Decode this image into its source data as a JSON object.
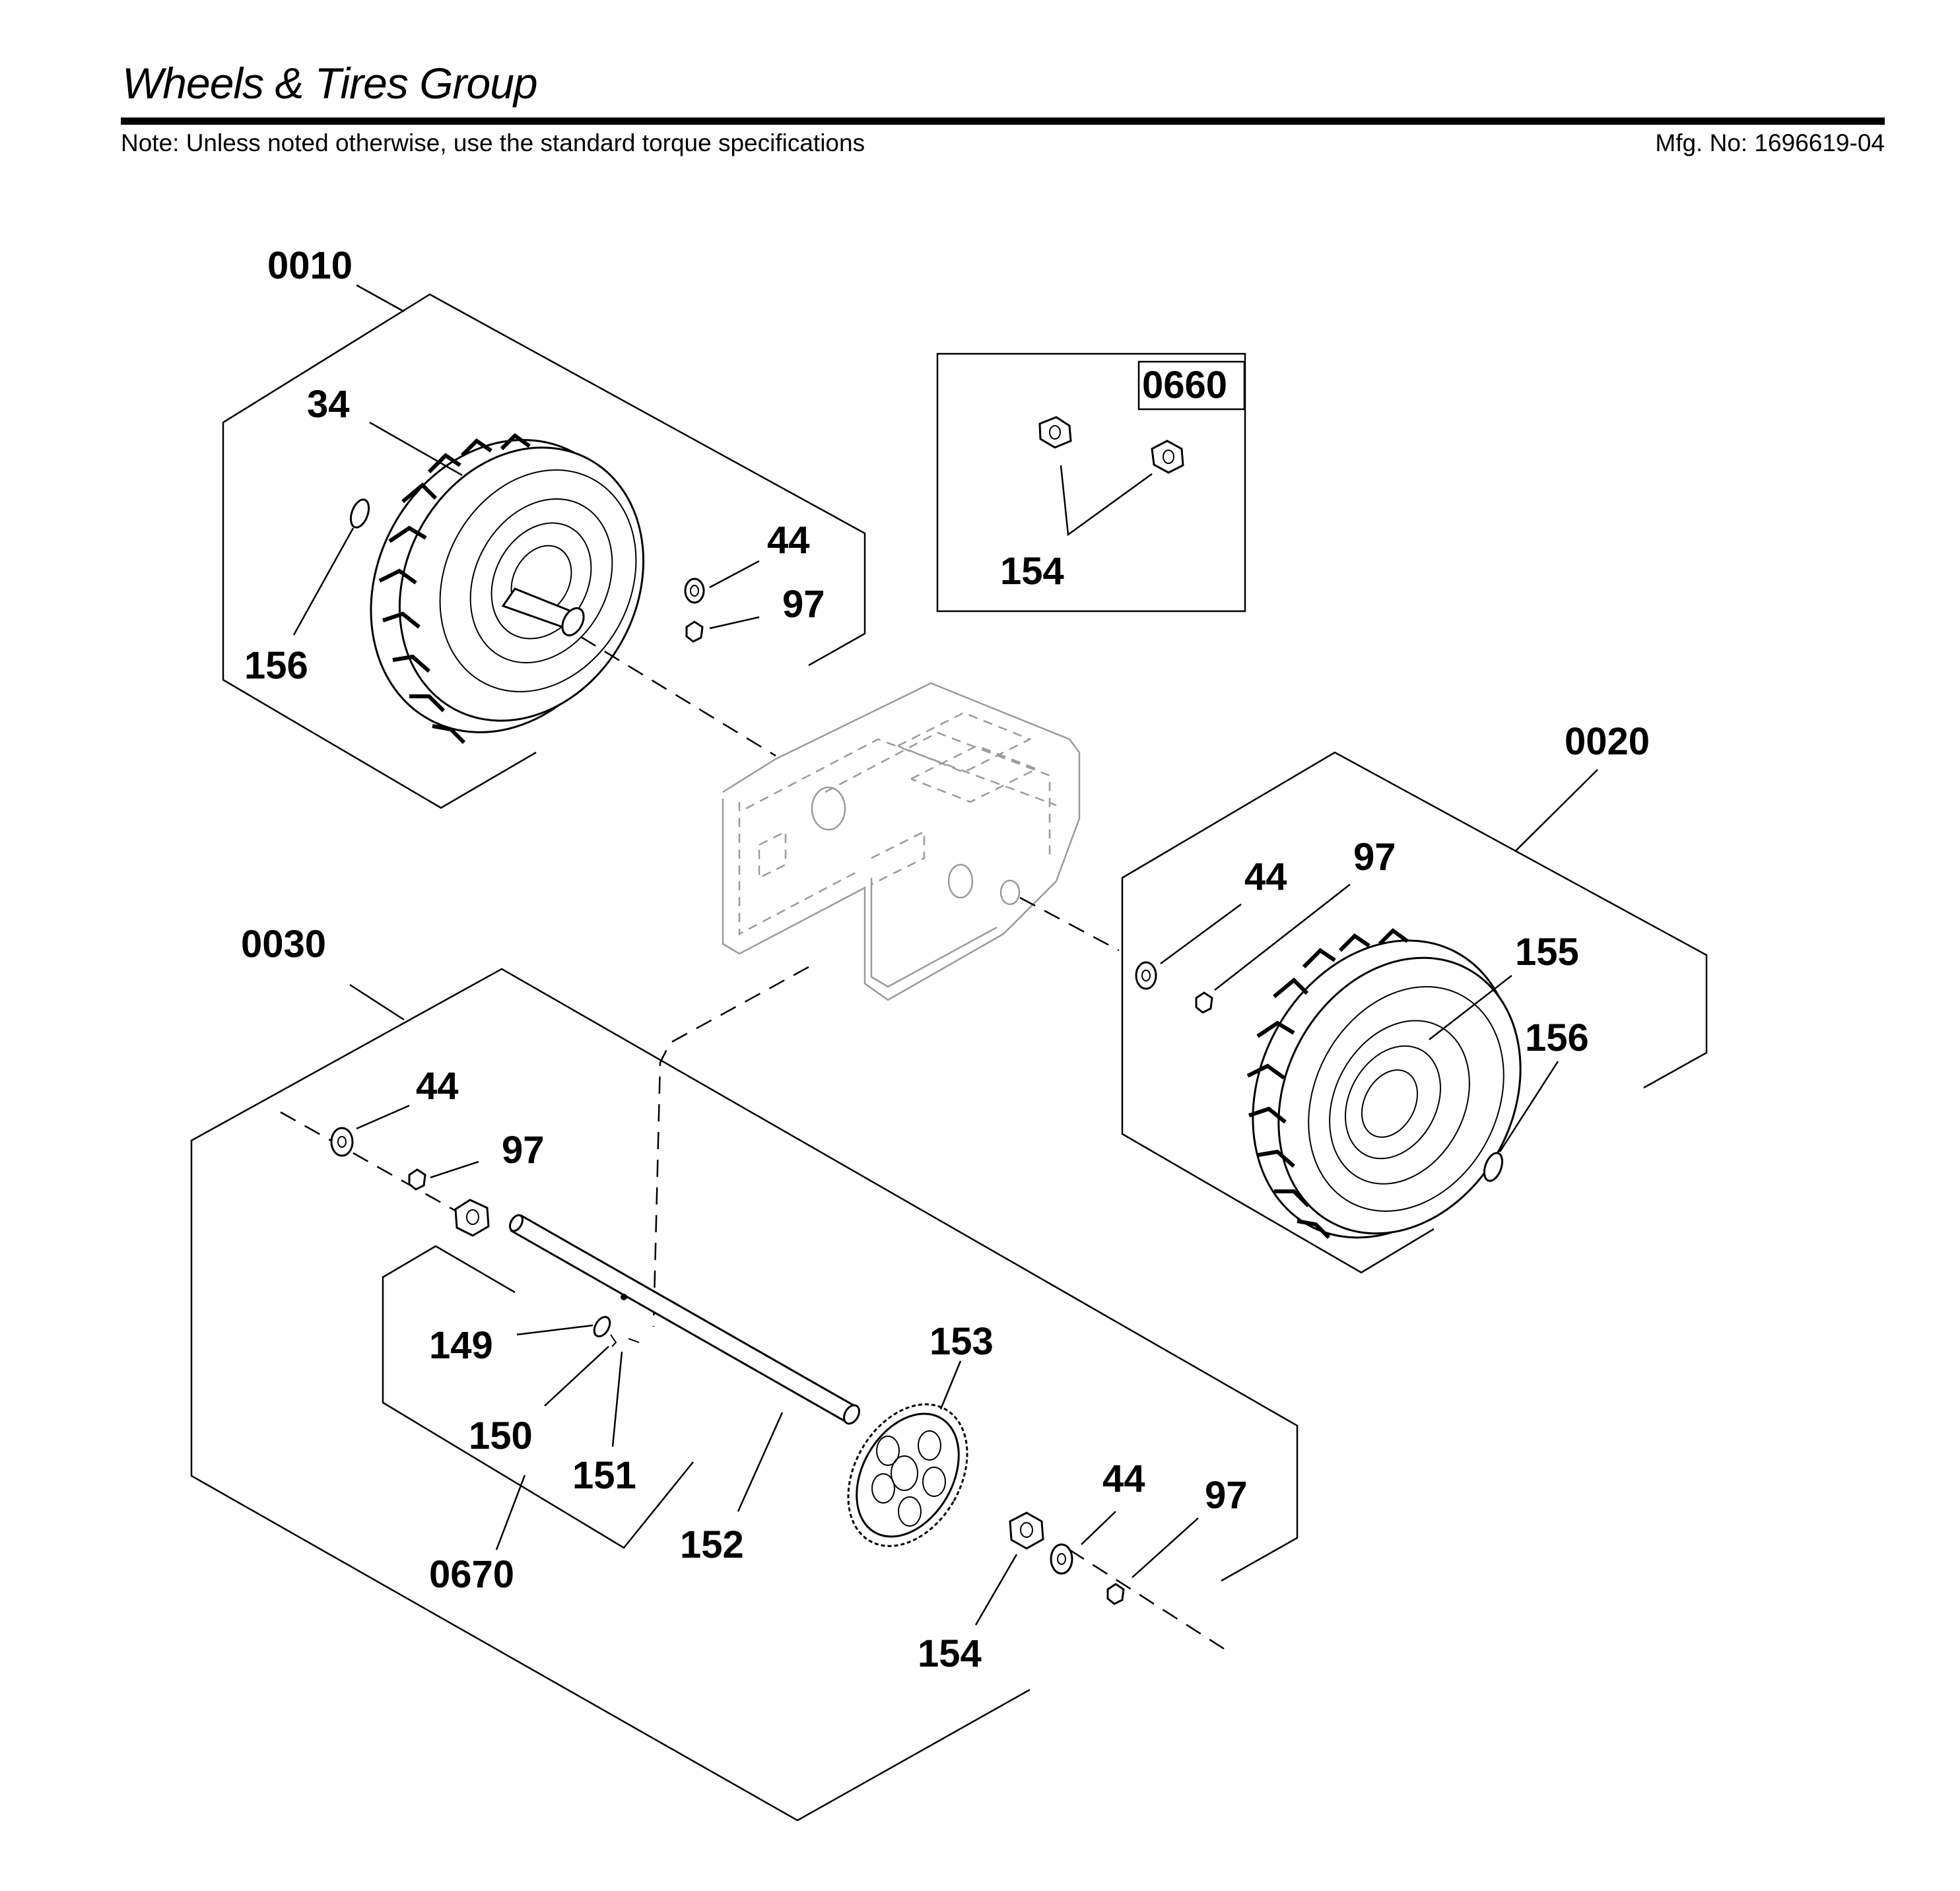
{
  "header": {
    "title": "Wheels & Tires Group",
    "note": "Note: Unless noted otherwise, use the standard torque specifications",
    "mfg_no": "Mfg. No: 1696619-04"
  },
  "callouts": {
    "c0010": "0010",
    "c34": "34",
    "c44_a": "44",
    "c97_a": "97",
    "c156_a": "156",
    "c0660": "0660",
    "c154_a": "154",
    "c0020": "0020",
    "c44_b": "44",
    "c97_b": "97",
    "c155": "155",
    "c156_b": "156",
    "c0030": "0030",
    "c44_c": "44",
    "c97_c": "97",
    "c149": "149",
    "c150": "150",
    "c151": "151",
    "c152": "152",
    "c153": "153",
    "c44_d": "44",
    "c97_d": "97",
    "c154_b": "154",
    "c0670": "0670"
  }
}
